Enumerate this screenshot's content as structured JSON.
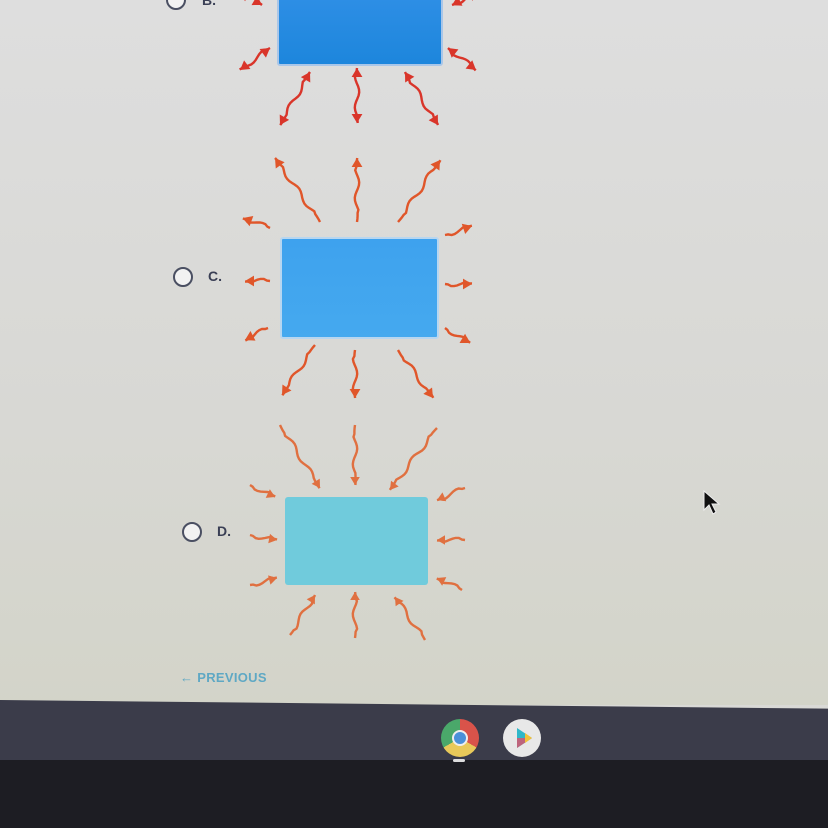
{
  "options": [
    {
      "id": "B",
      "label": "B.",
      "arrows": "bidirectional",
      "box_color": "#2a8fe0"
    },
    {
      "id": "C",
      "label": "C.",
      "arrows": "outward",
      "box_color": "#3aa3ec"
    },
    {
      "id": "D",
      "label": "D.",
      "arrows": "inward",
      "box_color": "#6fcbdc"
    }
  ],
  "nav": {
    "previous_label": "PREVIOUS"
  },
  "colors": {
    "arrow_b": "#d9352a",
    "arrow_c": "#e0562a",
    "arrow_d": "#e07040",
    "accent": "#5fa8c4"
  },
  "taskbar": {
    "apps": [
      "chrome-icon",
      "play-store-icon"
    ]
  }
}
